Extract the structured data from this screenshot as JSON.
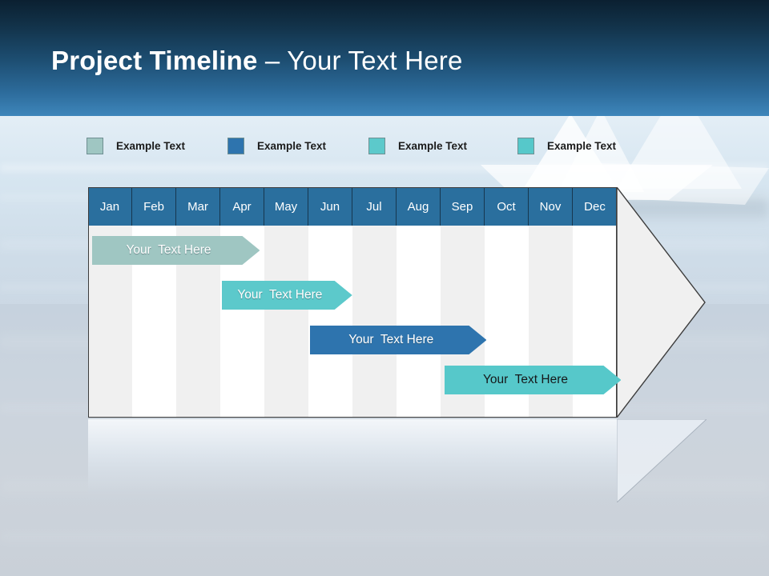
{
  "header": {
    "title_bold": "Project Timeline",
    "title_separator": " – ",
    "title_light": "Your Text Here"
  },
  "legend": {
    "items": [
      {
        "label": "Example Text",
        "color": "#9fc6c2",
        "icon": "legend-swatch-icon"
      },
      {
        "label": "Example Text",
        "color": "#2e74ae",
        "icon": "legend-swatch-icon"
      },
      {
        "label": "Example Text",
        "color": "#5cc9cb",
        "icon": "legend-swatch-icon"
      },
      {
        "label": "Example Text",
        "color": "#56c8ca",
        "icon": "legend-swatch-icon"
      }
    ]
  },
  "chart_data": {
    "type": "bar",
    "title": "Project Timeline – Your Text Here",
    "xlabel": "",
    "ylabel": "",
    "grid": true,
    "legend_position": "top",
    "categories": [
      "Jan",
      "Feb",
      "Mar",
      "Apr",
      "May",
      "Jun",
      "Jul",
      "Aug",
      "Sep",
      "Oct",
      "Nov",
      "Dec"
    ],
    "header_bg": "#2a6f9e",
    "column_shade_color": "#f0f0f0",
    "column_plain_color": "#ffffff",
    "arrow_head_color": "#f0f0f0",
    "series": [
      {
        "name": "Example Text",
        "label": "Your  Text Here",
        "color": "#9fc6c2",
        "text_color": "#ffffff",
        "start_month": "Jan",
        "end_month": "Apr",
        "start_index": 0,
        "span": 3.8,
        "row": 1
      },
      {
        "name": "Example Text",
        "label": "Your  Text Here",
        "color": "#5cc9cb",
        "text_color": "#ffffff",
        "start_month": "Apr",
        "end_month": "Jun",
        "start_index": 2.95,
        "span": 2.95,
        "row": 2
      },
      {
        "name": "Example Text",
        "label": "Your  Text Here",
        "color": "#2e74ae",
        "text_color": "#ffffff",
        "start_month": "Jun",
        "end_month": "Sep",
        "start_index": 4.95,
        "span": 4.0,
        "row": 3
      },
      {
        "name": "Example Text",
        "label": "Your  Text Here",
        "color": "#56c8ca",
        "text_color": "#16181a",
        "start_month": "Sep",
        "end_month": "Dec",
        "start_index": 8.0,
        "span": 4.0,
        "row": 4
      }
    ]
  }
}
